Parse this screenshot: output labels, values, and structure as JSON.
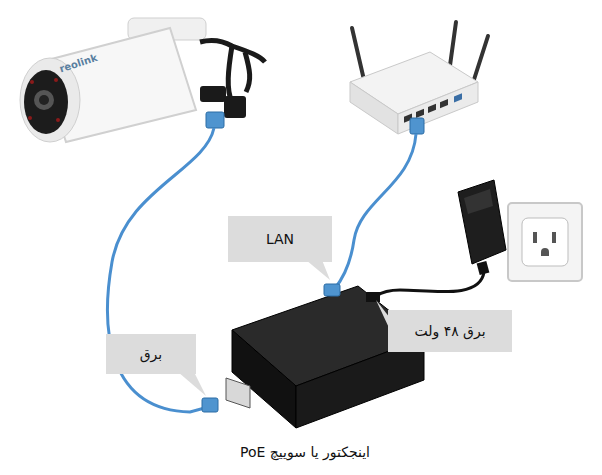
{
  "diagram": {
    "caption": "اینجکتور یا سوییچ PoE",
    "nodes": [
      {
        "text": [
          "LAN"
        ]
      },
      {
        "text": [
          "برق"
        ]
      },
      {
        "text": [
          "برق ۴۸ ولت"
        ]
      }
    ],
    "labels": [
      "reolink"
    ]
  }
}
